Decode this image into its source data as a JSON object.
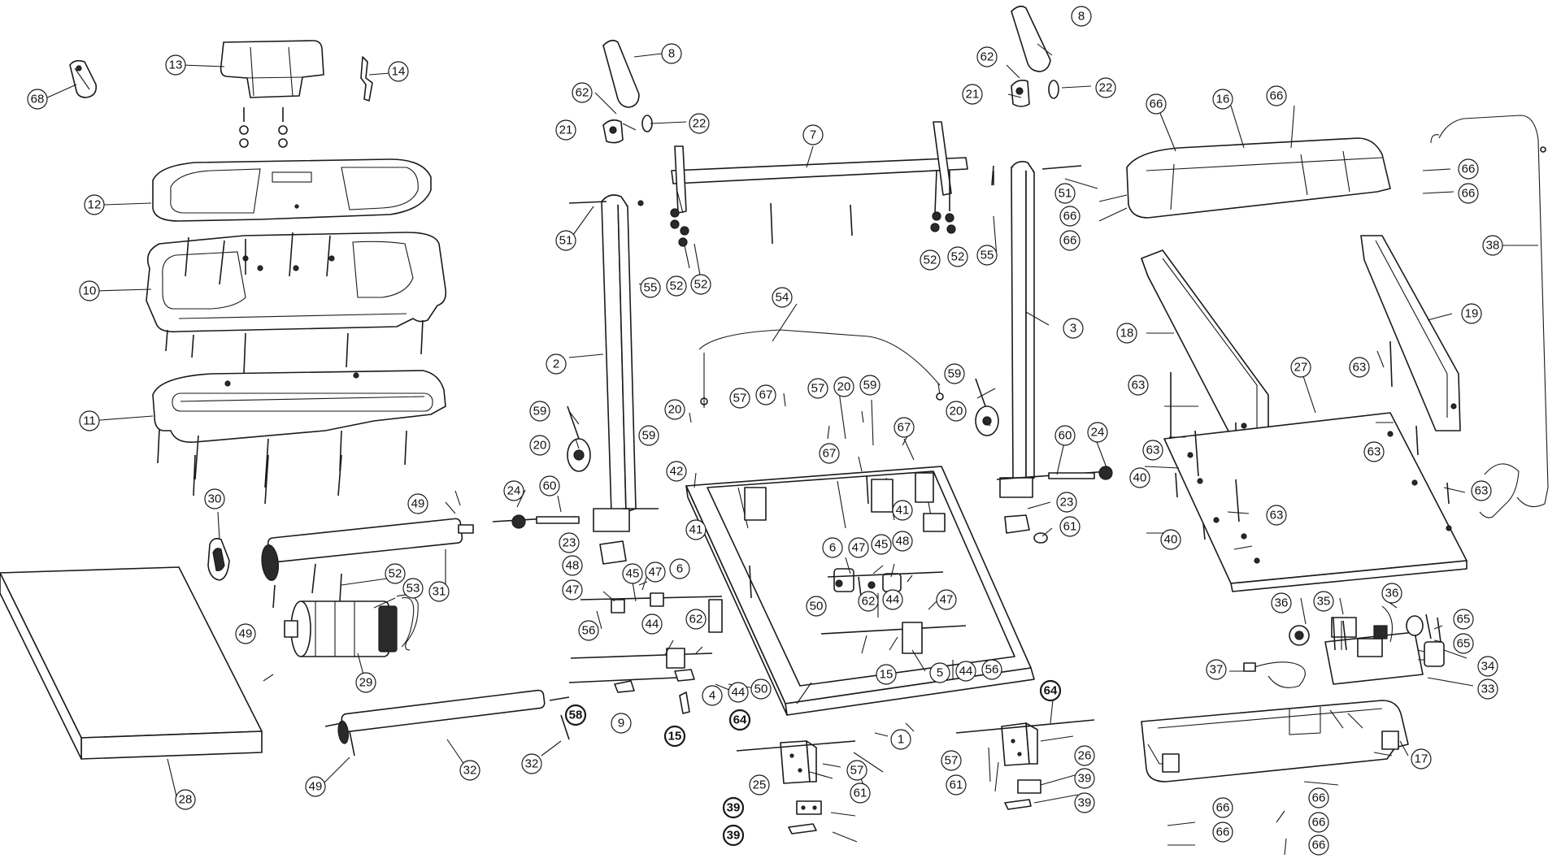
{
  "labels": {
    "l68": "68",
    "l13": "13",
    "l14": "14",
    "l12": "12",
    "l10": "10",
    "l11": "11",
    "l30": "30",
    "l49a": "49",
    "l31": "31",
    "l52a": "52",
    "l53": "53",
    "l49b": "49",
    "l29": "29",
    "l28": "28",
    "l32a": "32",
    "l32b": "32",
    "l49c": "49",
    "l8a": "8",
    "l62a": "62",
    "l21a": "21",
    "l22a": "22",
    "l7": "7",
    "l51a": "51",
    "l55a": "55",
    "l52b": "52",
    "l52c": "52",
    "l2": "2",
    "l59a": "59",
    "l20a": "20",
    "l24a": "24",
    "l60a": "60",
    "l23a": "23",
    "l48a": "48",
    "l47a": "47",
    "l45a": "45",
    "l47b": "47",
    "l6a": "6",
    "l56a": "56",
    "l44a": "44",
    "l62b": "62",
    "l58": "58",
    "l9": "9",
    "l15a": "15",
    "l4": "4",
    "l44b": "44",
    "l50a": "50",
    "l64a": "64",
    "l25": "25",
    "l39a": "39",
    "l39b": "39",
    "l57a": "57",
    "l61a": "61",
    "l54": "54",
    "l20b": "20",
    "l57b": "57",
    "l59b": "59",
    "l42": "42",
    "l67a": "67",
    "l57c": "57",
    "l20c": "20",
    "l59c": "59",
    "l67b": "67",
    "l67c": "67",
    "l41a": "41",
    "l41b": "41",
    "l6b": "6",
    "l47c": "47",
    "l45b": "45",
    "l48b": "48",
    "l47d": "47",
    "l50b": "50",
    "l62c": "62",
    "l44c": "44",
    "l5": "5",
    "l44d": "44",
    "l56b": "56",
    "l15b": "15",
    "l1": "1",
    "l8b": "8",
    "l62d": "62",
    "l21b": "21",
    "l22b": "22",
    "l51b": "51",
    "l55b": "55",
    "l52d": "52",
    "l52e": "52",
    "l3": "3",
    "l59d": "59",
    "l20d": "20",
    "l60b": "60",
    "l24b": "24",
    "l23b": "23",
    "l61b": "61",
    "l64b": "64",
    "l57d": "57",
    "l61c": "61",
    "l26": "26",
    "l39c": "39",
    "l39d": "39",
    "l16": "16",
    "l66a": "66",
    "l66b": "66",
    "l66c": "66",
    "l66d": "66",
    "l66e": "66",
    "l66f": "66",
    "l38": "38",
    "l18": "18",
    "l19": "19",
    "l27": "27",
    "l63a": "63",
    "l63b": "63",
    "l63c": "63",
    "l63d": "63",
    "l63e": "63",
    "l63f": "63",
    "l40a": "40",
    "l40b": "40",
    "l36a": "36",
    "l35": "35",
    "l36b": "36",
    "l65a": "65",
    "l65b": "65",
    "l34": "34",
    "l37": "37",
    "l33": "33",
    "l17": "17",
    "l66g": "66",
    "l66h": "66",
    "l66i": "66",
    "l66j": "66",
    "l66k": "66"
  }
}
